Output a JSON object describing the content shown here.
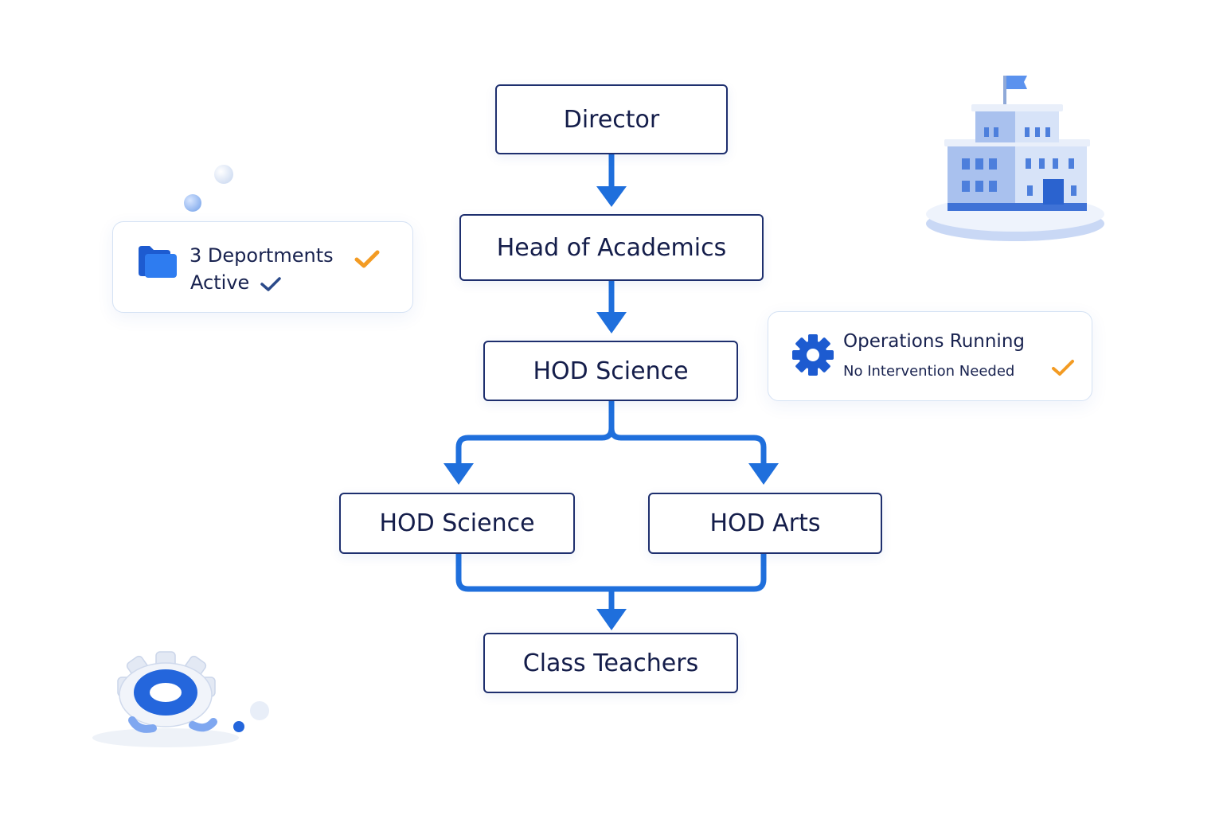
{
  "org_chart": {
    "nodes": {
      "director": "Director",
      "head_of_academics": "Head of Academics",
      "hod_science_top": "HOD Science",
      "hod_science": "HOD Science",
      "hod_arts": "HOD Arts",
      "class_teachers": "Class Teachers"
    }
  },
  "status_cards": {
    "departments": {
      "line1": "3 Deportments",
      "line2": "Active",
      "icon": "folder-icon"
    },
    "operations": {
      "title": "Operations Running",
      "subtitle": "No Intervention Needed",
      "icon": "gear-icon"
    }
  },
  "colors": {
    "connector_blue": "#1f6fdc",
    "node_border": "#1e2f6e",
    "node_text": "#141d4a",
    "check_orange": "#f39b23",
    "check_navy": "#2b4a8a"
  }
}
